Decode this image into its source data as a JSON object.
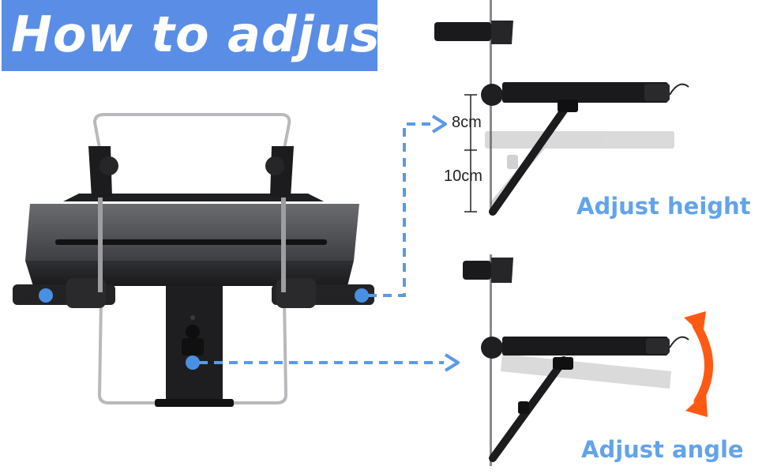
{
  "banner": {
    "title": "How to adjust?"
  },
  "labels": {
    "height": "Adjust height",
    "angle": "Adjust angle"
  },
  "dimensions": {
    "upper": "8cm",
    "lower": "10cm"
  },
  "colors": {
    "banner": "#5a8ee6",
    "accent_blue": "#62a3eb",
    "arrow_orange": "#ff5a14",
    "product_dark": "#2a2a2c"
  },
  "icons": [
    "adjust-point-marker",
    "dashed-arrow",
    "rotation-arrow"
  ]
}
